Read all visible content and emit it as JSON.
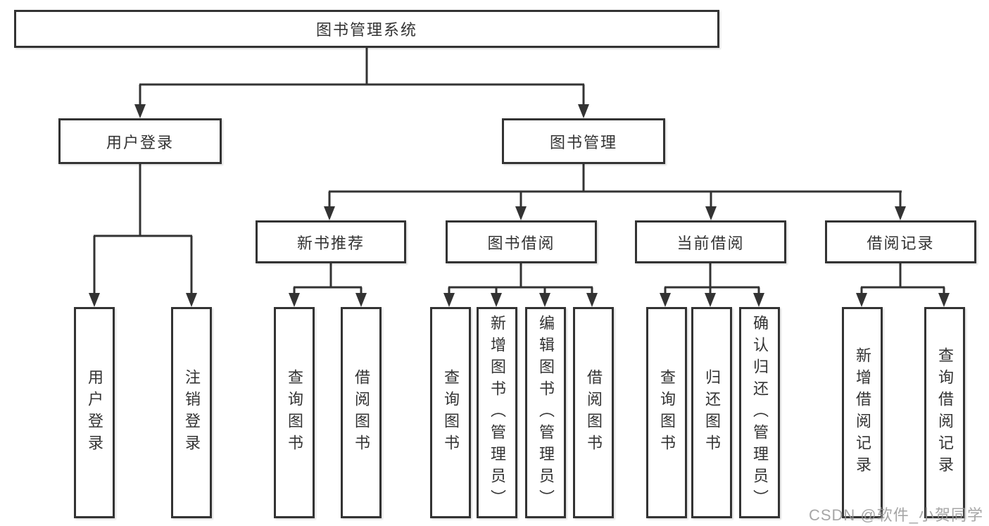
{
  "diagram": {
    "type": "hierarchy-tree",
    "root": "图书管理系统",
    "level2": {
      "user_login": "用户登录",
      "book_mgmt": "图书管理"
    },
    "level3": {
      "new_book_rec": "新书推荐",
      "book_borrow": "图书借阅",
      "current_borrow": "当前借阅",
      "borrow_record": "借阅记录"
    },
    "leaves": {
      "user_login": "用户登录",
      "logout": "注销登录",
      "query_book_1": "查询图书",
      "borrow_book_1": "借阅图书",
      "query_book_2": "查询图书",
      "add_book_admin": "新增图书（管理员）",
      "edit_book_admin": "编辑图书（管理员）",
      "borrow_book_2": "借阅图书",
      "query_book_3": "查询图书",
      "return_book": "归还图书",
      "confirm_return_admin": "确认归还（管理员）",
      "add_borrow_record": "新增借阅记录",
      "query_borrow_record": "查询借阅记录"
    },
    "edges": [
      "图书管理系统→用户登录",
      "图书管理系统→图书管理",
      "用户登录→用户登录",
      "用户登录→注销登录",
      "图书管理→新书推荐",
      "图书管理→图书借阅",
      "图书管理→当前借阅",
      "图书管理→借阅记录",
      "新书推荐→查询图书",
      "新书推荐→借阅图书",
      "图书借阅→查询图书",
      "图书借阅→新增图书（管理员）",
      "图书借阅→编辑图书（管理员）",
      "图书借阅→借阅图书",
      "当前借阅→查询图书",
      "当前借阅→归还图书",
      "当前借阅→确认归还（管理员）",
      "借阅记录→新增借阅记录",
      "借阅记录→查询借阅记录"
    ]
  },
  "watermark": "CSDN @软件_小贺同学",
  "colors": {
    "line": "#333333",
    "box_border": "#333333",
    "text": "#333333",
    "background": "#ffffff",
    "watermark": "#969696"
  }
}
